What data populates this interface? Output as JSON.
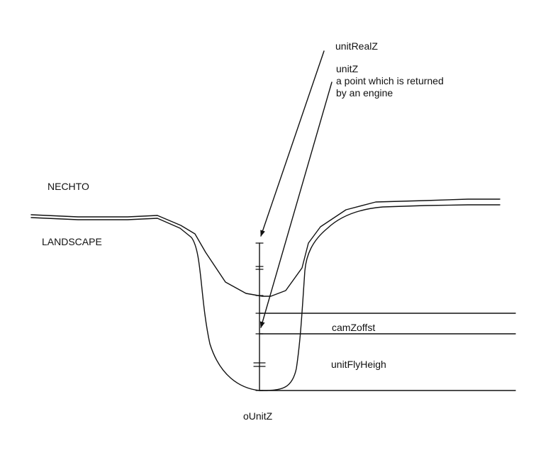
{
  "labels": {
    "unit_real_z": "unitRealZ",
    "unit_z": "unitZ",
    "unit_z_note_line1": "a point which is returned",
    "unit_z_note_line2": "by an engine",
    "nechto": "NECHTO",
    "landscape": "LANDSCAPE",
    "cam_z_offset": "camZoffst",
    "unit_fly_height": "unitFlyHeigh",
    "o_unit_z": "oUnitZ"
  },
  "colors": {
    "line": "#111111",
    "background": "#ffffff"
  }
}
